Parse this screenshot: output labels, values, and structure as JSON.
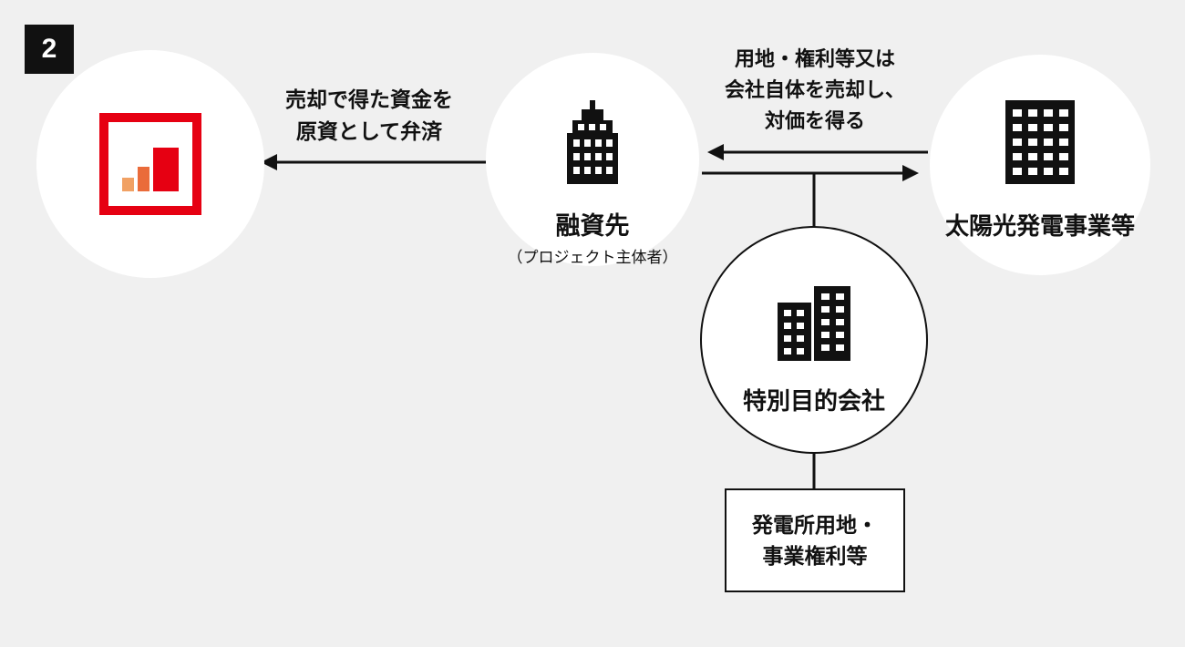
{
  "badge": {
    "label": "2"
  },
  "colors": {
    "background": "#f0f0f0",
    "ink": "#111111",
    "accent_red": "#e60012",
    "bar_orange_light": "#f1a164",
    "bar_orange": "#ea6b3a"
  },
  "icons": {
    "bank": "bar-chart-logo-icon",
    "borrower": "office-tower-icon",
    "solar": "office-building-icon",
    "spc": "twin-buildings-icon"
  },
  "nodes": {
    "borrower": {
      "label": "融資先",
      "sublabel": "（プロジェクト主体者）"
    },
    "solar": {
      "label": "太陽光発電事業等"
    },
    "spc": {
      "label": "特別目的会社"
    },
    "asset": {
      "lines": [
        "発電所用地・",
        "事業権利等"
      ]
    }
  },
  "arrows": {
    "repayment": {
      "lines": [
        "売却で得た資金を",
        "原資として弁済"
      ]
    },
    "sale": {
      "lines": [
        "用地・権利等又は",
        "会社自体を売却し、",
        "対価を得る"
      ]
    }
  }
}
